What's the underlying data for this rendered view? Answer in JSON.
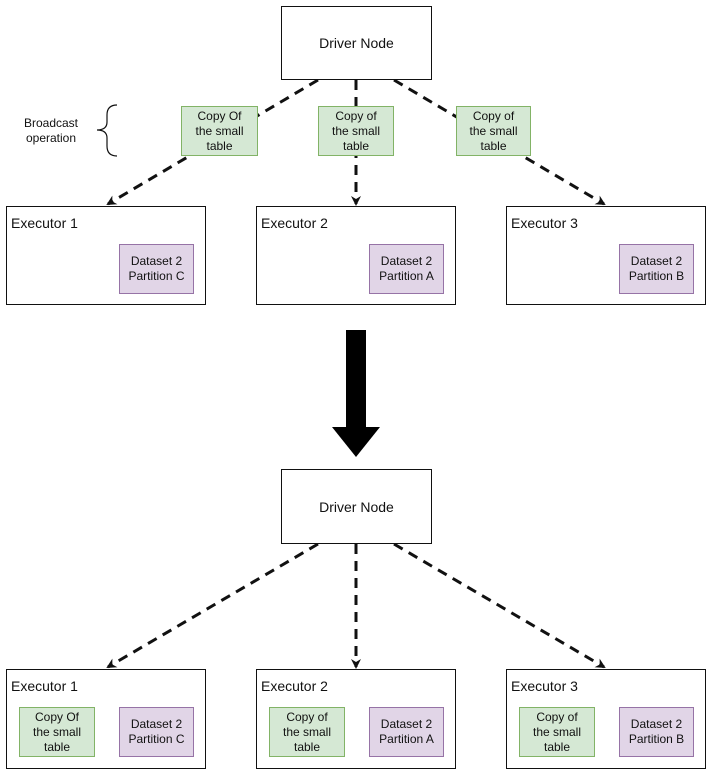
{
  "top": {
    "driver_label": "Driver Node",
    "broadcast_label": "Broadcast\noperation",
    "broadcast_copies": [
      "Copy Of\nthe small\ntable",
      "Copy of\nthe small\ntable",
      "Copy of\nthe small\ntable"
    ],
    "executors": [
      {
        "title": "Executor 1",
        "partition": "Dataset 2\nPartition C"
      },
      {
        "title": "Executor 2",
        "partition": "Dataset 2\nPartition A"
      },
      {
        "title": "Executor 3",
        "partition": "Dataset 2\nPartition B"
      }
    ]
  },
  "bottom": {
    "driver_label": "Driver Node",
    "executors": [
      {
        "title": "Executor 1",
        "copy": "Copy Of\nthe small\ntable",
        "partition": "Dataset 2\nPartition C"
      },
      {
        "title": "Executor 2",
        "copy": "Copy of\nthe small\ntable",
        "partition": "Dataset 2\nPartition A"
      },
      {
        "title": "Executor 3",
        "copy": "Copy of\nthe small\ntable",
        "partition": "Dataset 2\nPartition B"
      }
    ]
  },
  "colors": {
    "copy_fill": "#d5e8d4",
    "copy_border": "#82b366",
    "partition_fill": "#e1d5e7",
    "partition_border": "#9673a6",
    "line": "#111111"
  }
}
